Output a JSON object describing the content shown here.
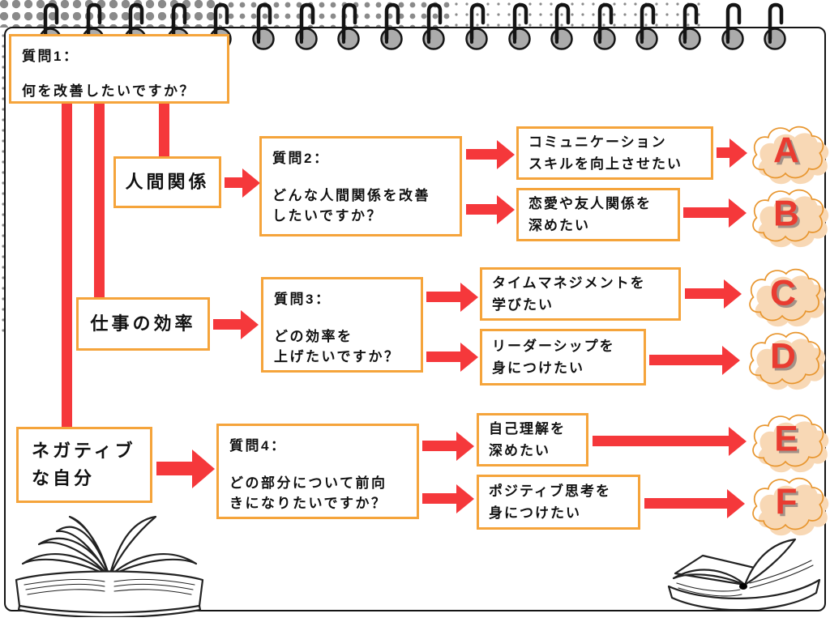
{
  "colors": {
    "red": "#F5383B",
    "orange": "#F5A43B",
    "badge_fill": "#F8D8B5",
    "badge_stroke": "#E8962F",
    "badge_letter": "#E93C31",
    "letter_shadow": "#A39288",
    "ring_fill": "#ABABAB",
    "dot": "#8A8A8A",
    "ink": "#111111"
  },
  "flow": {
    "q1": {
      "title": "質問1：",
      "question": "何を改善したいですか？"
    },
    "branches": [
      {
        "category": "人間関係",
        "question_title": "質問2：",
        "question_text": "どんな人間関係を改善\nしたいですか？",
        "answers": [
          {
            "text": "コミュニケーション\nスキルを向上させたい",
            "label": "A"
          },
          {
            "text": "恋愛や友人関係を\n深めたい",
            "label": "B"
          }
        ]
      },
      {
        "category": "仕事の効率",
        "question_title": "質問3：",
        "question_text": "どの効率を\n上げたいですか？",
        "answers": [
          {
            "text": "タイムマネジメントを\n学びたい",
            "label": "C"
          },
          {
            "text": "リーダーシップを\n身につけたい",
            "label": "D"
          }
        ]
      },
      {
        "category": "ネガティブ\nな自分",
        "question_title": "質問4：",
        "question_text": "どの部分について前向\nきになりたいですか？",
        "answers": [
          {
            "text": "自己理解を\n深めたい",
            "label": "E"
          },
          {
            "text": "ポジティブ思考を\n身につけたい",
            "label": "F"
          }
        ]
      }
    ]
  }
}
